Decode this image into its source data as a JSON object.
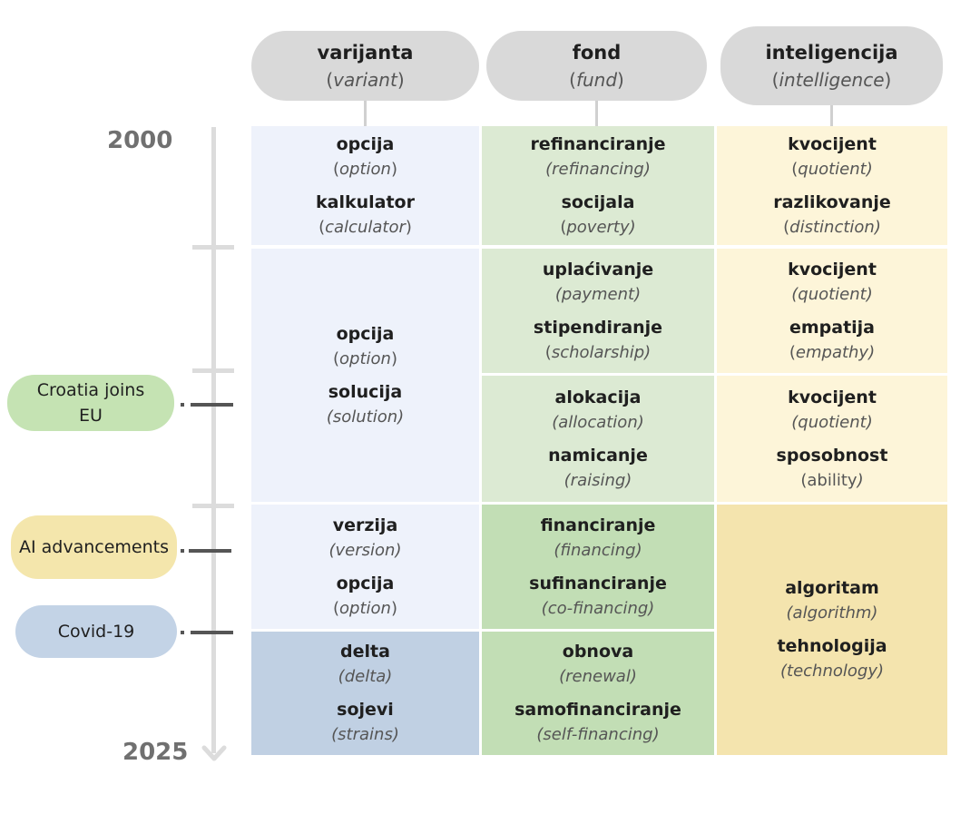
{
  "columns": [
    {
      "word": "varijanta",
      "open": "(",
      "trans": "variant",
      "close": ")"
    },
    {
      "word": "fond",
      "open": "(",
      "trans": "fund",
      "close": ")"
    },
    {
      "word": "inteligencija",
      "open": "(",
      "trans": "intelligence",
      "close": ")"
    }
  ],
  "timeline": {
    "start": "2000",
    "end": "2025"
  },
  "events": [
    {
      "label": "Croatia joins EU",
      "color": "#c5e3b3"
    },
    {
      "label": "AI advancements",
      "color": "#f4e6ac"
    },
    {
      "label": "Covid-19",
      "color": "#c3d3e6"
    }
  ],
  "cells": {
    "varijanta_p1": [
      {
        "word": "opcija",
        "open": "(",
        "trans": "option",
        "close": ")"
      },
      {
        "word": "kalkulator",
        "open": "(",
        "trans": "calculator",
        "close": ")"
      }
    ],
    "varijanta_p2": [
      {
        "word": "opcija",
        "open": "(",
        "trans": "option",
        "close": ")"
      },
      {
        "word": "solucija",
        "open": "",
        "trans": "(solution)",
        "close": ""
      }
    ],
    "varijanta_p4": [
      {
        "word": "verzija",
        "open": "",
        "trans": "(version)",
        "close": ""
      },
      {
        "word": "opcija",
        "open": "(",
        "trans": "option",
        "close": ")"
      }
    ],
    "varijanta_p5": [
      {
        "word": "delta",
        "open": "",
        "trans": "(delta)",
        "close": ""
      },
      {
        "word": "sojevi",
        "open": "",
        "trans": "(strains)",
        "close": ""
      }
    ],
    "fond_p1": [
      {
        "word": "refinanciranje",
        "open": "",
        "trans": "(refinancing)",
        "close": ""
      },
      {
        "word": "socijala",
        "open": "(",
        "trans": "poverty)",
        "close": ""
      }
    ],
    "fond_p2": [
      {
        "word": "uplaćivanje",
        "open": "",
        "trans": "(payment)",
        "close": ""
      },
      {
        "word": "stipendiranje",
        "open": "(",
        "trans": "scholarship)",
        "close": ""
      }
    ],
    "fond_p3": [
      {
        "word": "alokacija",
        "open": "",
        "trans": "(allocation)",
        "close": ""
      },
      {
        "word": "namicanje",
        "open": "",
        "trans": "(raising)",
        "close": ""
      }
    ],
    "fond_p4": [
      {
        "word": "financiranje",
        "open": "",
        "trans": "(financing)",
        "close": ""
      },
      {
        "word": "sufinanciranje",
        "open": "",
        "trans": "(co-financing)",
        "close": ""
      }
    ],
    "fond_p5": [
      {
        "word": "obnova",
        "open": "",
        "trans": "(renewal)",
        "close": ""
      },
      {
        "word": "samofinanciranje",
        "open": "",
        "trans": "(self-financing)",
        "close": ""
      }
    ],
    "intel_p1": [
      {
        "word": "kvocijent",
        "open": "(",
        "trans": "quotient)",
        "close": ""
      },
      {
        "word": "razlikovanje",
        "open": "(",
        "trans": "distinction)",
        "close": ""
      }
    ],
    "intel_p2": [
      {
        "word": "kvocijent",
        "open": "",
        "trans": "(quotient)",
        "close": ""
      },
      {
        "word": "empatija",
        "open": "(",
        "trans": "empathy)",
        "close": ""
      }
    ],
    "intel_p3": [
      {
        "word": "kvocijent",
        "open": "",
        "trans": "(quotient)",
        "close": ""
      },
      {
        "word": "sposobnost",
        "open": "(ability",
        "trans": ")",
        "close": ""
      }
    ],
    "intel_p45": [
      {
        "word": "algoritam",
        "open": "",
        "trans": "(algorithm)",
        "close": ""
      },
      {
        "word": "tehnologija",
        "open": "",
        "trans": "(technology)",
        "close": ""
      }
    ]
  },
  "colors": {
    "varijanta": [
      "#eef2fb",
      "#c0d0e3"
    ],
    "fond": [
      "#dcead3",
      "#c2deb5"
    ],
    "inteligencija": [
      "#fdf5d9",
      "#f4e4ae"
    ]
  }
}
